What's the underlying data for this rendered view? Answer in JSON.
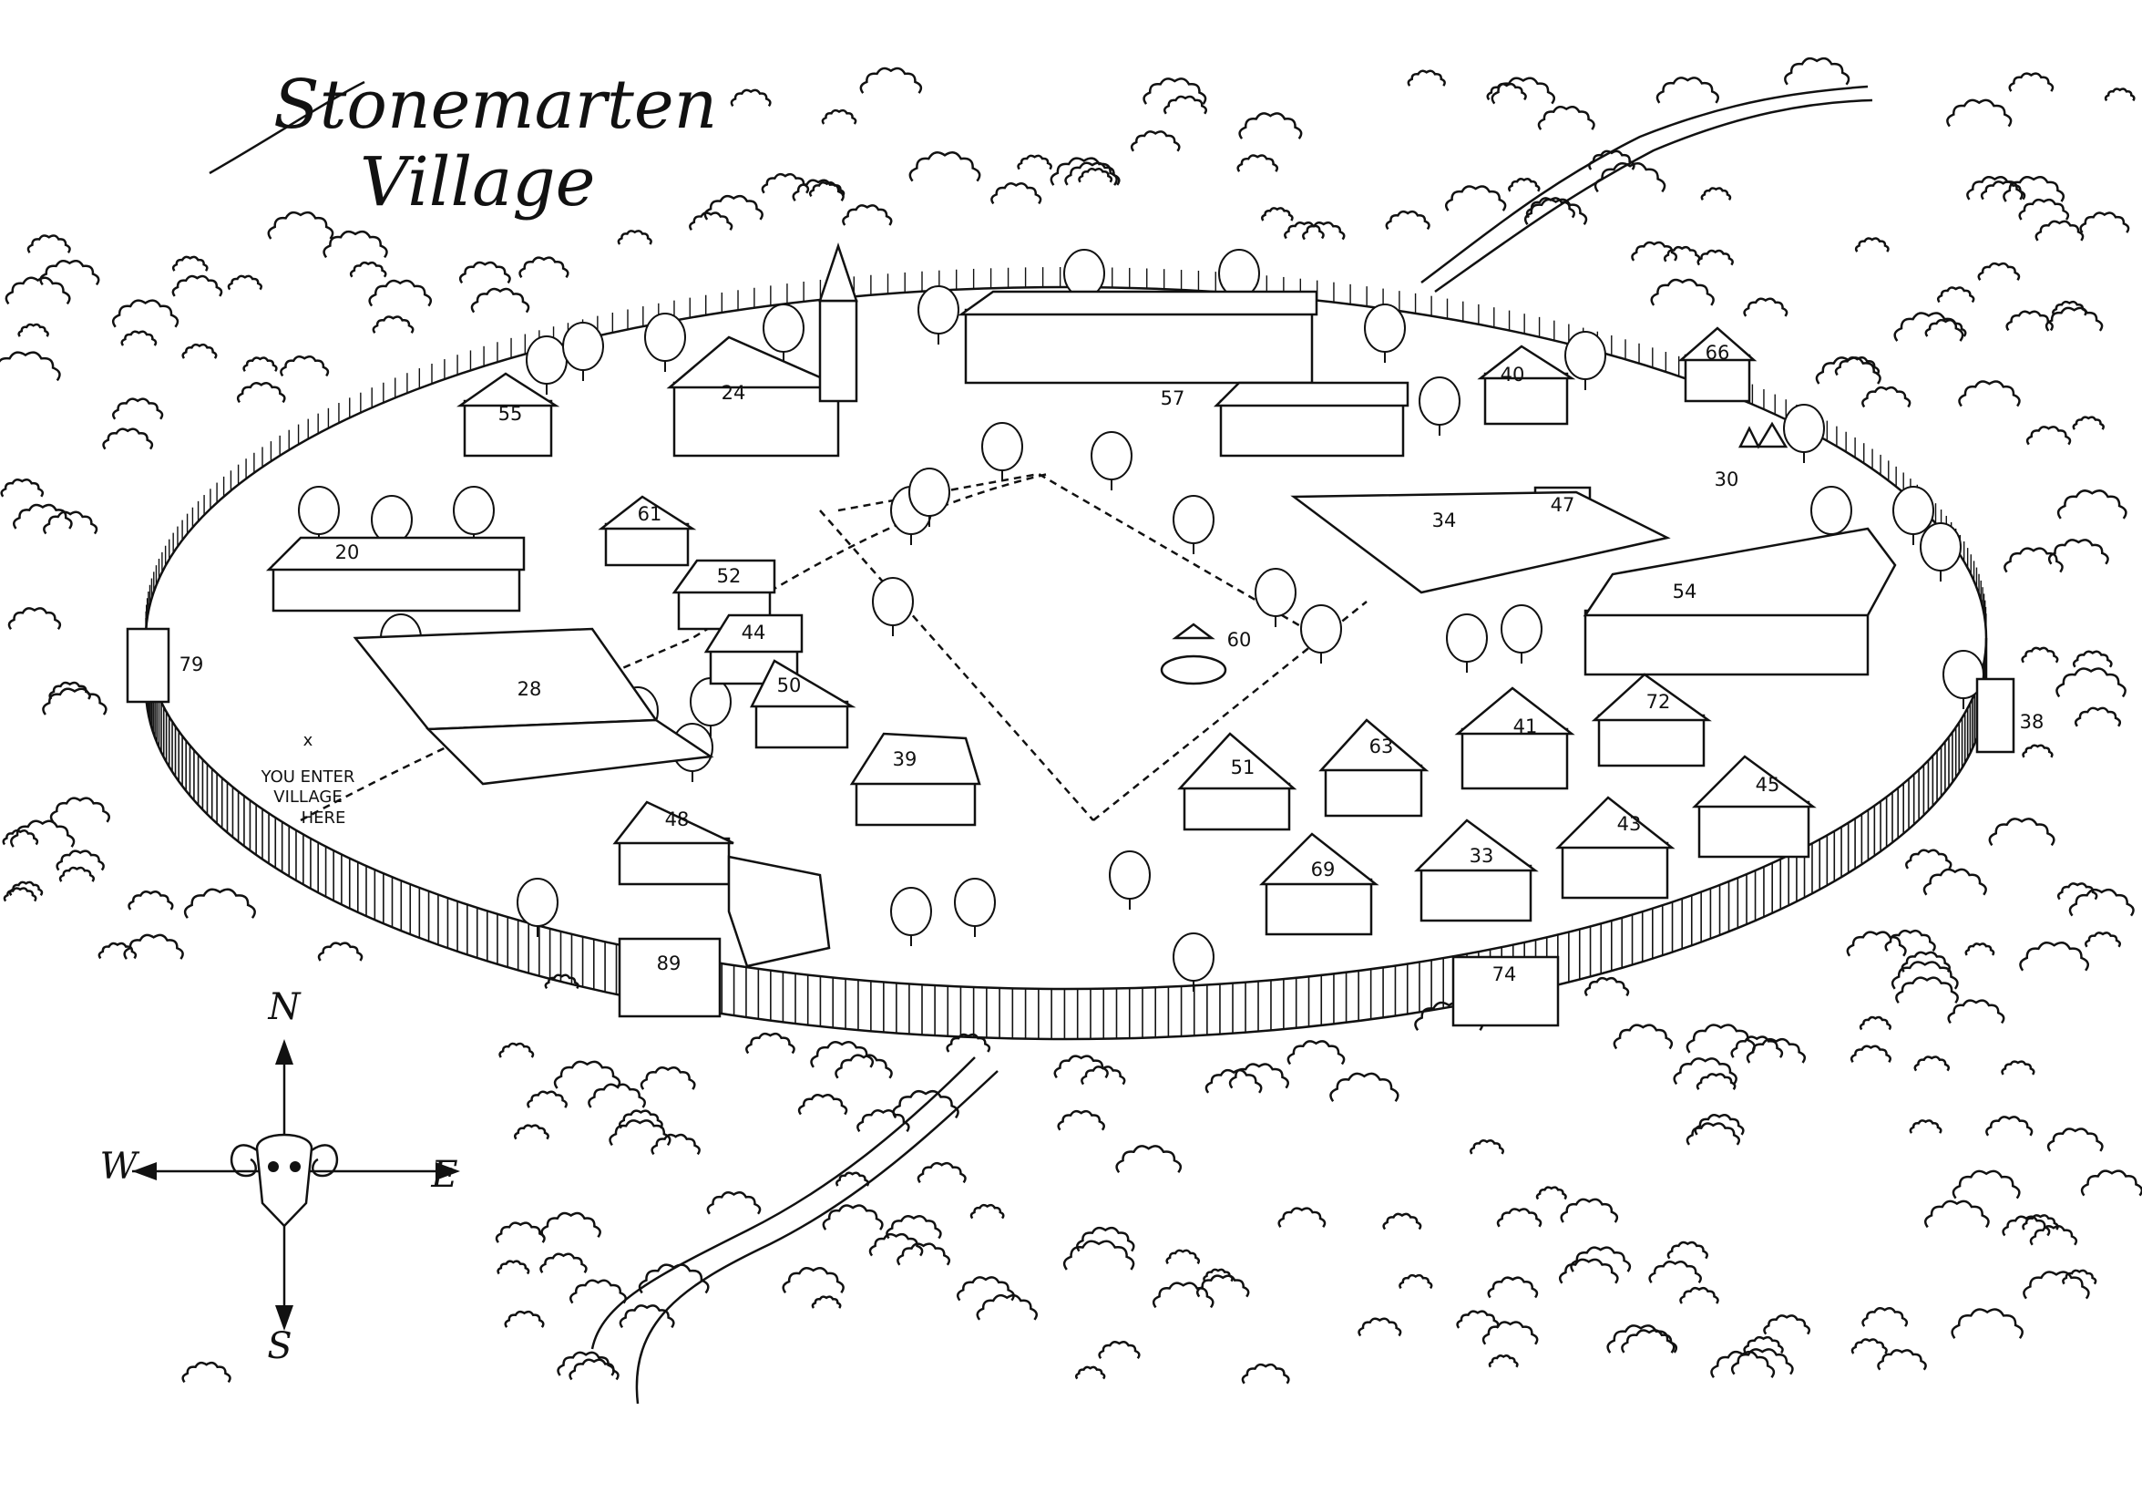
{
  "map": {
    "title_line1": "Stonemarten",
    "title_line2": "Village",
    "entry_note": [
      "YOU ENTER",
      "VILLAGE",
      "HERE"
    ],
    "entry_marker": "x",
    "compass": {
      "north": "N",
      "south": "S",
      "east": "E",
      "west": "W",
      "emblem": "ram-skull-icon"
    },
    "locations": [
      "55",
      "24",
      "57",
      "40",
      "66",
      "30",
      "61",
      "20",
      "52",
      "47",
      "34",
      "44",
      "54",
      "60",
      "79",
      "28",
      "50",
      "41",
      "72",
      "38",
      "63",
      "51",
      "39",
      "45",
      "43",
      "33",
      "69",
      "48",
      "89",
      "74"
    ]
  }
}
